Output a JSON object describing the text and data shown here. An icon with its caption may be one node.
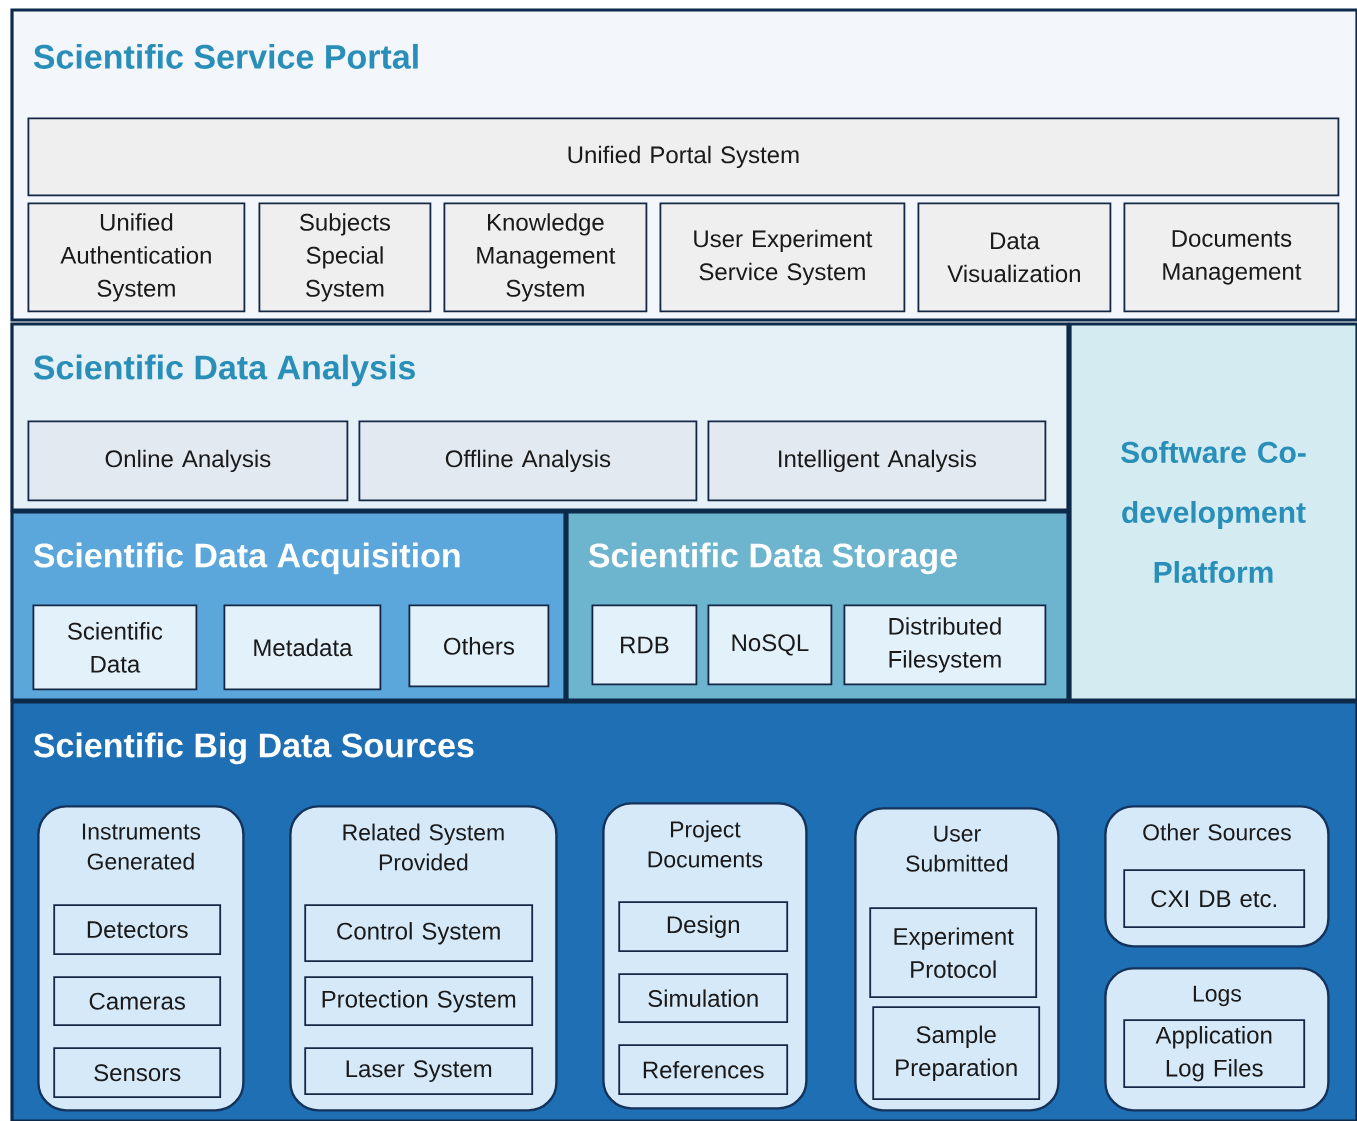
{
  "diagram": {
    "nodes": [
      {
        "text": [
          "Scientific Service Portal"
        ]
      },
      {
        "text": [
          "Unified Portal System"
        ],
        "in": 0
      },
      {
        "text": [
          "Unified Authentication System"
        ],
        "in": 0
      },
      {
        "text": [
          "Subjects Special System"
        ],
        "in": 0
      },
      {
        "text": [
          "Knowledge Management System"
        ],
        "in": 0
      },
      {
        "text": [
          "User Experiment Service System"
        ],
        "in": 0
      },
      {
        "text": [
          "Data Visualization"
        ],
        "in": 0
      },
      {
        "text": [
          "Documents Management"
        ],
        "in": 0
      },
      {
        "text": [
          "Scientific Data Analysis"
        ]
      },
      {
        "text": [
          "Online Analysis"
        ],
        "in": 8
      },
      {
        "text": [
          "Offline Analysis"
        ],
        "in": 8
      },
      {
        "text": [
          "Intelligent Analysis"
        ],
        "in": 8
      },
      {
        "text": [
          "Software Co-development Platform"
        ]
      },
      {
        "text": [
          "Scientific Data Acquisition"
        ]
      },
      {
        "text": [
          "Scientific Data"
        ],
        "in": 13
      },
      {
        "text": [
          "Metadata"
        ],
        "in": 13
      },
      {
        "text": [
          "Others"
        ],
        "in": 13
      },
      {
        "text": [
          "Scientific Data Storage"
        ]
      },
      {
        "text": [
          "RDB"
        ],
        "in": 17
      },
      {
        "text": [
          "NoSQL"
        ],
        "in": 17
      },
      {
        "text": [
          "Distributed Filesystem"
        ],
        "in": 17
      },
      {
        "text": [
          "Scientific Big Data Sources"
        ]
      },
      {
        "text": [
          "Instruments Generated"
        ],
        "in": 21
      },
      {
        "text": [
          "Detectors"
        ],
        "in": 22
      },
      {
        "text": [
          "Cameras"
        ],
        "in": 22
      },
      {
        "text": [
          "Sensors"
        ],
        "in": 22
      },
      {
        "text": [
          "Related System Provided"
        ],
        "in": 21
      },
      {
        "text": [
          "Control System"
        ],
        "in": 26
      },
      {
        "text": [
          "Protection System"
        ],
        "in": 26
      },
      {
        "text": [
          "Laser System"
        ],
        "in": 26
      },
      {
        "text": [
          "Project Documents"
        ],
        "in": 21
      },
      {
        "text": [
          "Design"
        ],
        "in": 30
      },
      {
        "text": [
          "Simulation"
        ],
        "in": 30
      },
      {
        "text": [
          "References"
        ],
        "in": 30
      },
      {
        "text": [
          "User Submitted"
        ],
        "in": 21
      },
      {
        "text": [
          "Experiment Protocol"
        ],
        "in": 34
      },
      {
        "text": [
          "Sample Preparation"
        ],
        "in": 34
      },
      {
        "text": [
          "Other Sources"
        ],
        "in": 21
      },
      {
        "text": [
          "CXI DB etc."
        ],
        "in": 37
      },
      {
        "text": [
          "Logs"
        ],
        "in": 21
      },
      {
        "text": [
          "Application Log Files"
        ],
        "in": 39
      }
    ]
  }
}
